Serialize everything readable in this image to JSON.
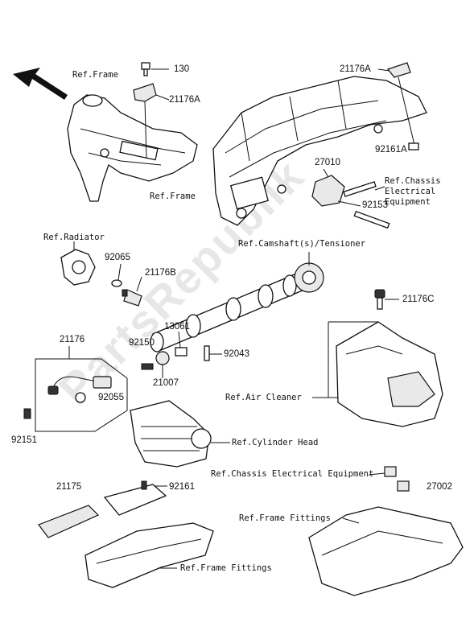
{
  "watermark": "PartsRepublik",
  "references": {
    "frame_top": "Ref.Frame",
    "frame_mid": "Ref.Frame",
    "radiator": "Ref.Radiator",
    "chassis_electrical": "Ref.Chassis\nElectrical\nEquipment",
    "camshaft": "Ref.Camshaft(s)/Tensioner",
    "air_cleaner": "Ref.Air Cleaner",
    "cylinder_head": "Ref.Cylinder Head",
    "chassis_electrical_lower": "Ref.Chassis Electrical Equipment",
    "frame_fittings_right": "Ref.Frame Fittings",
    "frame_fittings_bottom": "Ref.Frame Fittings"
  },
  "part_numbers": {
    "p130": "130",
    "p21176A_top": "21176A",
    "p21176A_left": "21176A",
    "p92161A": "92161A",
    "p27010": "27010",
    "p92153": "92153",
    "p92065": "92065",
    "p21176B": "21176B",
    "p21176C": "21176C",
    "p13061": "13061",
    "p92150": "92150",
    "p92043": "92043",
    "p21007": "21007",
    "p21176": "21176",
    "p92055": "92055",
    "p92151": "92151",
    "p21175": "21175",
    "p92161": "92161",
    "p27002": "27002"
  }
}
